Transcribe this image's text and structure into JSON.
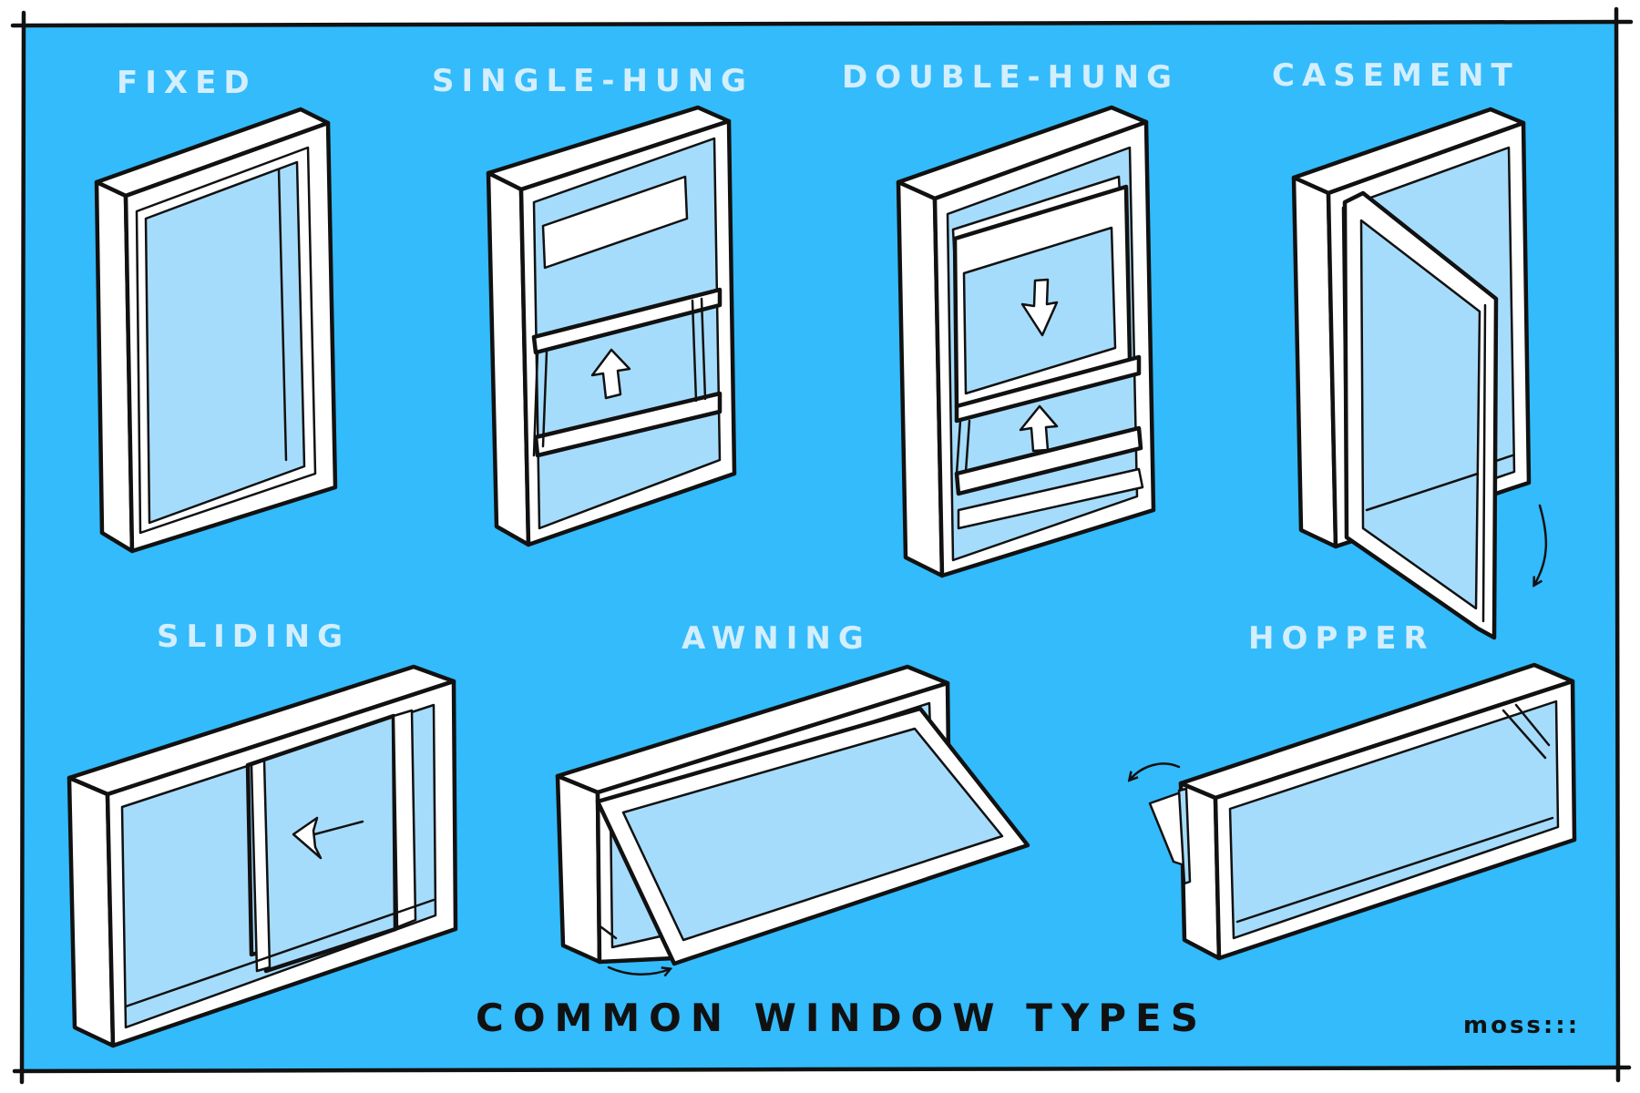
{
  "title": "COMMON WINDOW TYPES",
  "signature": "moss:::",
  "colors": {
    "background": "#33bbfc",
    "glass": "#a6dcfb",
    "frame": "#ffffff",
    "label": "#d3eefc",
    "ink": "#111111"
  },
  "windows": [
    {
      "label": "FIXED",
      "icon": "fixed-window-icon"
    },
    {
      "label": "SINGLE-HUNG",
      "icon": "single-hung-window-icon"
    },
    {
      "label": "DOUBLE-HUNG",
      "icon": "double-hung-window-icon"
    },
    {
      "label": "CASEMENT",
      "icon": "casement-window-icon"
    },
    {
      "label": "SLIDING",
      "icon": "sliding-window-icon"
    },
    {
      "label": "AWNING",
      "icon": "awning-window-icon"
    },
    {
      "label": "HOPPER",
      "icon": "hopper-window-icon"
    }
  ]
}
